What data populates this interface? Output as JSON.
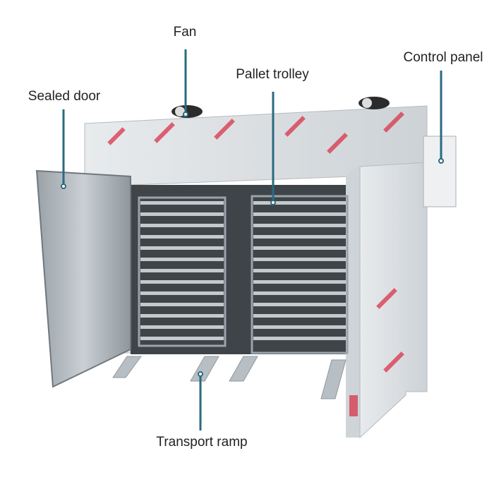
{
  "labels": {
    "fan": "Fan",
    "control_panel": "Control panel",
    "pallet_trolley": "Pallet trolley",
    "sealed_door": "Sealed door",
    "transport_ramp": "Transport ramp"
  },
  "colors": {
    "callout_line": "#2a6a80",
    "steel": "#d9dde0",
    "sticker_text": "#d9334a"
  }
}
